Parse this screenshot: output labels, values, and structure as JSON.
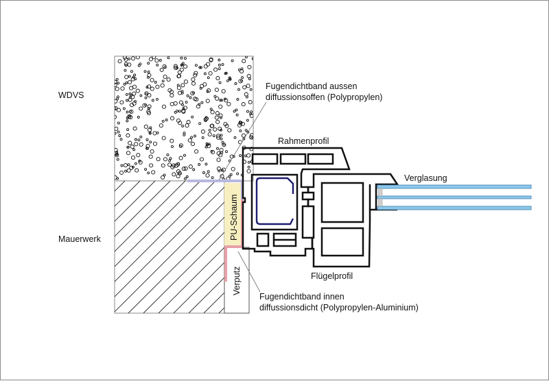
{
  "labels": {
    "wdvs": "WDVS",
    "mauerwerk": "Mauerwerk",
    "fugendichtband_aussen_line1": "Fugendichtband aussen",
    "fugendichtband_aussen_line2": "diffussionsoffen (Polypropylen)",
    "rahmenprofil": "Rahmenprofil",
    "verglasung": "Verglasung",
    "pu_schaum": "PU-Schaum",
    "verputz": "Verputz",
    "fluegelprofil": "Flügelprofil",
    "fugendichtband_innen_line1": "Fugendichtband innen",
    "fugendichtband_innen_line2": "diffussionsdicht (Polypropylen-Aluminium)"
  },
  "colors": {
    "outline": "#111111",
    "hatch": "#222222",
    "insulation_border": "#9a9a9a",
    "pu_foam": "#f7efc0",
    "outer_tape": "#b8b8e0",
    "inner_tape": "#e8a0a8",
    "glass": "#8cc8ea",
    "glass_edge": "#3d7fb0",
    "steel_reinforcement": "#1c1c6e",
    "leader_line": "#777777"
  }
}
